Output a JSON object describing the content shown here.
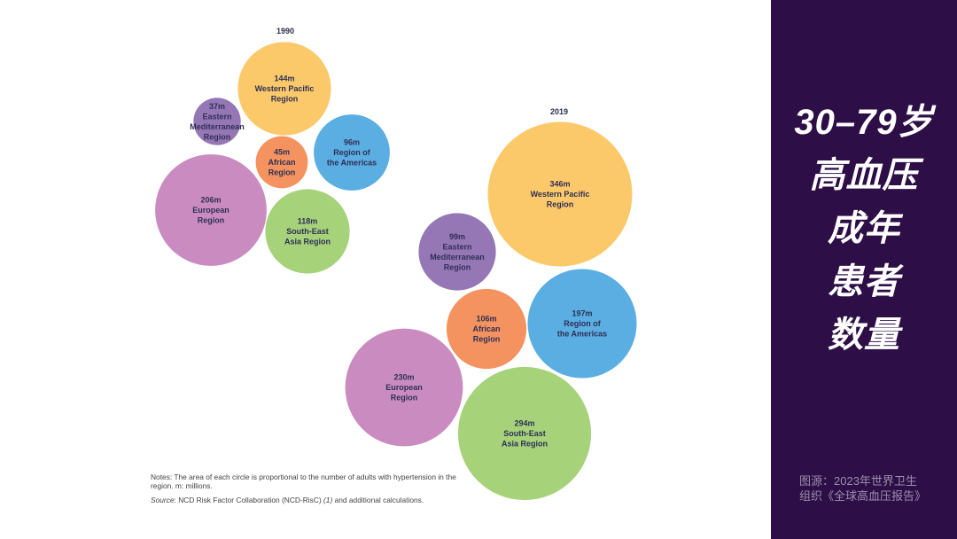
{
  "chart_data": [
    {
      "type": "bubble",
      "title": "1990",
      "unit": "m",
      "series": [
        {
          "label_lines": [
            "144m",
            "Western Pacific",
            "Region"
          ],
          "value": 144,
          "color": "#fcc96a"
        },
        {
          "label_lines": [
            "37m",
            "Eastern",
            "Mediterranean",
            "Region"
          ],
          "value": 37,
          "color": "#9677b6"
        },
        {
          "label_lines": [
            "96m",
            "Region of",
            "the Americas"
          ],
          "value": 96,
          "color": "#5aaee2"
        },
        {
          "label_lines": [
            "45m",
            "African",
            "Region"
          ],
          "value": 45,
          "color": "#f4935f"
        },
        {
          "label_lines": [
            "206m",
            "European",
            "Region"
          ],
          "value": 206,
          "color": "#ca8cc0"
        },
        {
          "label_lines": [
            "118m",
            "South-East",
            "Asia Region"
          ],
          "value": 118,
          "color": "#a6d27a"
        }
      ]
    },
    {
      "type": "bubble",
      "title": "2019",
      "unit": "m",
      "series": [
        {
          "label_lines": [
            "346m",
            "Western Pacific",
            "Region"
          ],
          "value": 346,
          "color": "#fcc96a"
        },
        {
          "label_lines": [
            "99m",
            "Eastern",
            "Mediterranean",
            "Region"
          ],
          "value": 99,
          "color": "#9677b6"
        },
        {
          "label_lines": [
            "197m",
            "Region of",
            "the Americas"
          ],
          "value": 197,
          "color": "#5aaee2"
        },
        {
          "label_lines": [
            "106m",
            "African",
            "Region"
          ],
          "value": 106,
          "color": "#f4935f"
        },
        {
          "label_lines": [
            "230m",
            "European",
            "Region"
          ],
          "value": 230,
          "color": "#ca8cc0"
        },
        {
          "label_lines": [
            "294m",
            "South-East",
            "Asia Region"
          ],
          "value": 294,
          "color": "#a6d27a"
        }
      ]
    }
  ],
  "notes": {
    "line1": "Notes: The area of each circle is proportional to the number of adults with hypertension in the region. m: millions.",
    "source_label": "Source",
    "source_text": ": NCD Risk Factor Collaboration (NCD-RisC) ",
    "source_ref": "(1)",
    "source_tail": " and additional calculations."
  },
  "side_panel": {
    "background": "#2d0e46",
    "headline_lines": [
      "30–79岁",
      "高血压",
      "成年",
      "患者",
      "数量"
    ],
    "caption_lines": [
      "图源：2023年世界卫生",
      "组织《全球高血压报告》"
    ]
  }
}
